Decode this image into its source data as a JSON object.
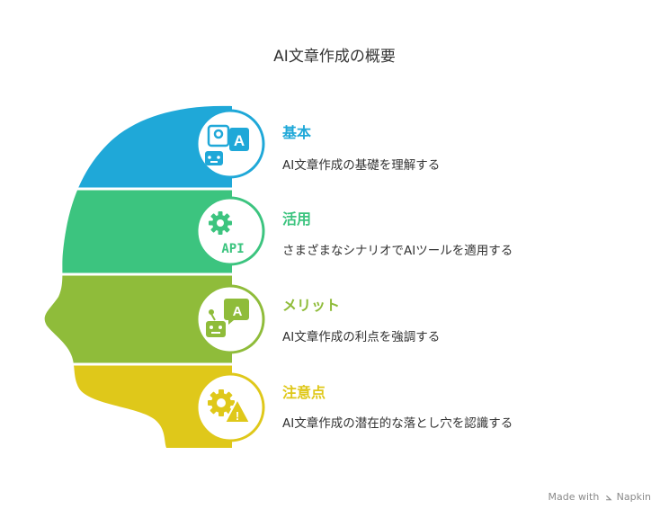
{
  "title": "AI文章作成の概要",
  "colors": {
    "blue": "#1fa8d8",
    "green": "#3cc47f",
    "olive": "#8fbc3a",
    "yellow": "#dfc81a"
  },
  "sections": [
    {
      "title": "基本",
      "description": "AI文章作成の基礎を理解する",
      "color": "#1fa8d8",
      "icon": "robot-letter-a-icon"
    },
    {
      "title": "活用",
      "description": "さまざまなシナリオでAIツールを適用する",
      "color": "#3cc47f",
      "icon": "gear-api-icon"
    },
    {
      "title": "メリット",
      "description": "AI文章作成の利点を強調する",
      "color": "#8fbc3a",
      "icon": "robot-chat-a-icon"
    },
    {
      "title": "注意点",
      "description": "AI文章作成の潜在的な落とし穴を認識する",
      "color": "#dfc81a",
      "icon": "gear-warning-icon"
    }
  ],
  "icon_text": {
    "letter_a": "A",
    "api": "API",
    "warning": "!"
  },
  "watermark": {
    "made_with": "Made with",
    "brand": "Napkin"
  }
}
